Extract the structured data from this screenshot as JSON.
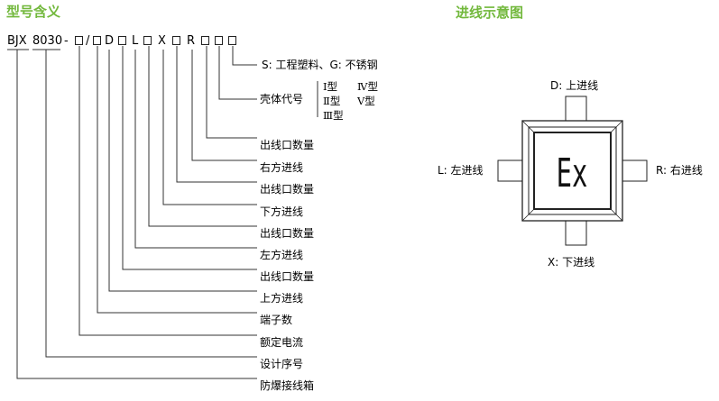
{
  "left_title": "型号含义",
  "right_title": "进线示意图",
  "code": {
    "bjx": "BJX",
    "model": "8030",
    "dash": "-",
    "slash": "/",
    "d": "D",
    "l": "L",
    "x": "X",
    "r": "R"
  },
  "labels": {
    "material": "S: 工程塑料、G: 不锈钢",
    "shell": "壳体代号",
    "r_count": "出线口数量",
    "right_dir": "右方进线",
    "x_count": "出线口数量",
    "down_dir": "下方进线",
    "l_count": "出线口数量",
    "left_dir": "左方进线",
    "d_count": "出线口数量",
    "up_dir": "上方进线",
    "terminal": "端子数",
    "current": "额定电流",
    "serial": "设计序号",
    "product": "防爆接线箱"
  },
  "shell_types": {
    "t1": "Ⅰ型",
    "t4": "Ⅳ型",
    "t2": "Ⅱ型",
    "t5": "Ⅴ型",
    "t3": "Ⅲ型"
  },
  "diagram": {
    "top": "D: 上进线",
    "left": "L: 左进线",
    "right": "R: 右进线",
    "bottom": "X: 下进线",
    "center": "Ex"
  },
  "colors": {
    "heading": "#72b83c"
  }
}
